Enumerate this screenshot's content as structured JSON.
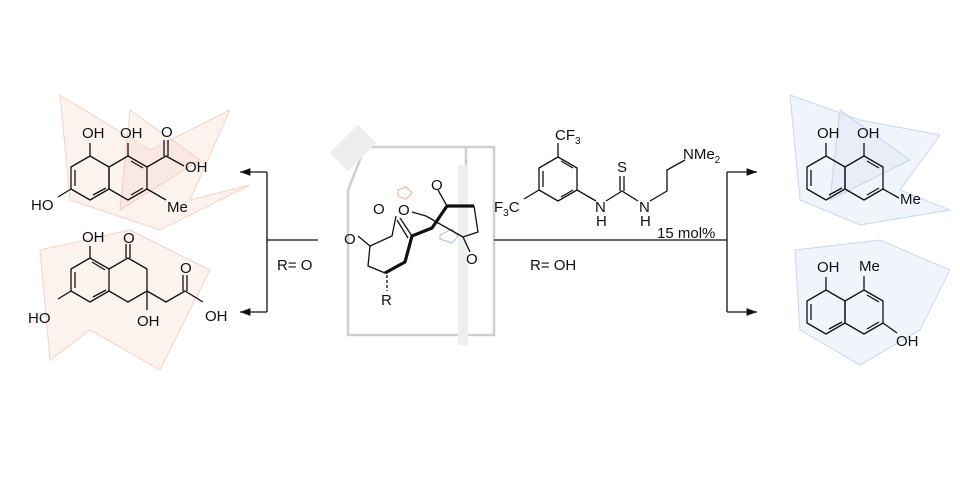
{
  "left_top_product": {
    "oh1": "OH",
    "oh2": "OH",
    "o": "O",
    "oh_acid": "OH",
    "ho": "HO",
    "me": "Me"
  },
  "left_bottom_product": {
    "oh1": "OH",
    "o_ketone": "O",
    "o_acid": "O",
    "oh_acid": "OH",
    "ho": "HO",
    "oh_tert": "OH"
  },
  "left_condition": "R= O",
  "substrate": {
    "o1": "O",
    "o2": "O",
    "o3": "O",
    "o4": "O",
    "o5": "O",
    "r": "R"
  },
  "right_condition": "R= OH",
  "catalyst": {
    "cf3_top": {
      "main": "CF",
      "sub": "3"
    },
    "f3c": {
      "main": "F",
      "sub": "3",
      "tail": "C"
    },
    "s": "S",
    "nh1": {
      "n": "N",
      "h": "H"
    },
    "nh2": {
      "n": "N",
      "h": "H"
    },
    "nme2": {
      "main": "NMe",
      "sub": "2"
    },
    "loading": "15 mol%"
  },
  "right_top_product": {
    "oh1": "OH",
    "oh2": "OH",
    "me": "Me"
  },
  "right_bottom_product": {
    "oh1": "OH",
    "me": "Me",
    "oh2": "OH"
  },
  "colors": {
    "orange_bg": "#f6d9cf",
    "blue_bg": "#d6e0f4",
    "line": "#111111"
  }
}
